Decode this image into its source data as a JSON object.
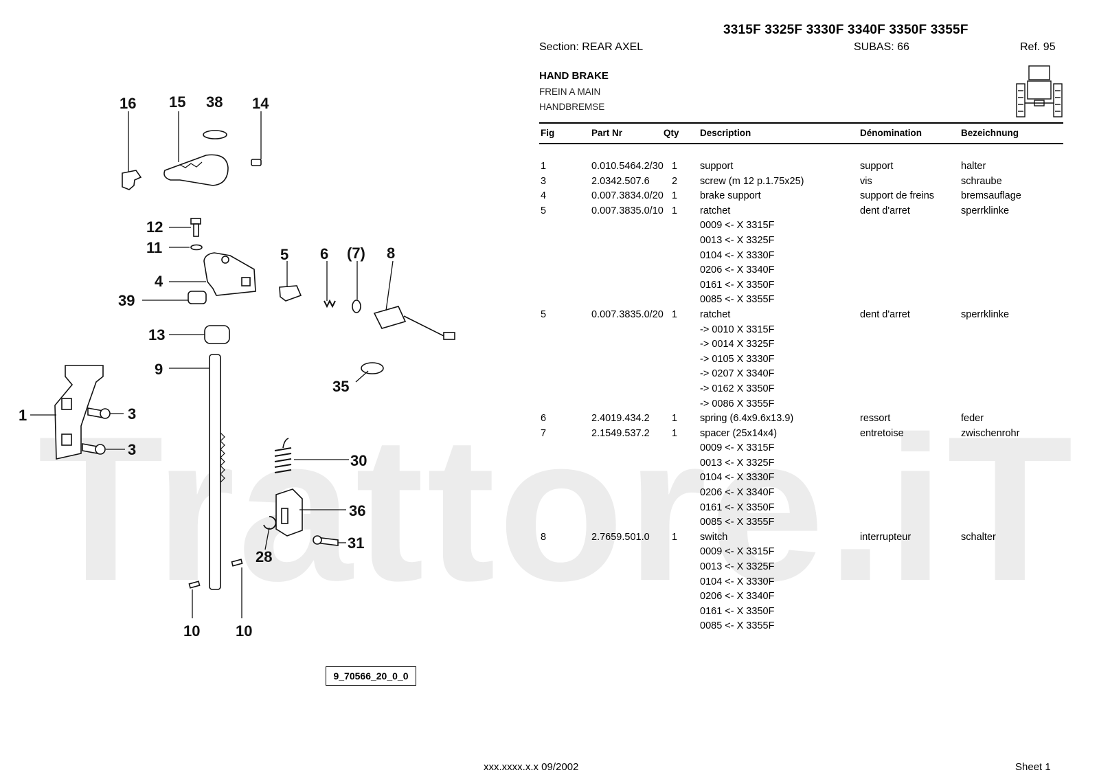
{
  "header": {
    "models": "3315F 3325F 3330F 3340F 3350F 3355F",
    "section": "Section: REAR AXEL",
    "subas": "SUBAS: 66",
    "ref": "Ref. 95"
  },
  "group": {
    "title": "HAND BRAKE",
    "title_fr": "FREIN A MAIN",
    "title_de": "HANDBREMSE"
  },
  "watermark": "Trattore.iT",
  "columns": {
    "fig": "Fig",
    "part": "Part Nr",
    "qty": "Qty",
    "desc": "Description",
    "den": "Dénomination",
    "bez": "Bezeichnung"
  },
  "rows": [
    {
      "fig": "1",
      "part": "0.010.5464.2/30",
      "qty": "1",
      "desc": "support",
      "den": "support",
      "bez": "halter"
    },
    {
      "fig": "3",
      "part": "2.0342.507.6",
      "qty": "2",
      "desc": "screw (m 12 p.1.75x25)",
      "den": "vis",
      "bez": "schraube"
    },
    {
      "fig": "4",
      "part": "0.007.3834.0/20",
      "qty": "1",
      "desc": "brake support",
      "den": "support de freins",
      "bez": "bremsauflage"
    },
    {
      "fig": "5",
      "part": "0.007.3835.0/10",
      "qty": "1",
      "desc": "ratchet",
      "den": "dent d'arret",
      "bez": "sperrklinke"
    },
    {
      "fig": "",
      "part": "",
      "qty": "",
      "desc": "0009 <- X 3315F",
      "den": "",
      "bez": ""
    },
    {
      "fig": "",
      "part": "",
      "qty": "",
      "desc": "0013 <- X 3325F",
      "den": "",
      "bez": ""
    },
    {
      "fig": "",
      "part": "",
      "qty": "",
      "desc": "0104 <- X 3330F",
      "den": "",
      "bez": ""
    },
    {
      "fig": "",
      "part": "",
      "qty": "",
      "desc": "0206 <- X 3340F",
      "den": "",
      "bez": ""
    },
    {
      "fig": "",
      "part": "",
      "qty": "",
      "desc": "0161 <- X 3350F",
      "den": "",
      "bez": ""
    },
    {
      "fig": "",
      "part": "",
      "qty": "",
      "desc": "0085 <- X 3355F",
      "den": "",
      "bez": ""
    },
    {
      "fig": "5",
      "part": "0.007.3835.0/20",
      "qty": "1",
      "desc": "ratchet",
      "den": "dent d'arret",
      "bez": "sperrklinke"
    },
    {
      "fig": "",
      "part": "",
      "qty": "",
      "desc": "-> 0010 X  3315F",
      "den": "",
      "bez": ""
    },
    {
      "fig": "",
      "part": "",
      "qty": "",
      "desc": "-> 0014 X  3325F",
      "den": "",
      "bez": ""
    },
    {
      "fig": "",
      "part": "",
      "qty": "",
      "desc": "-> 0105 X  3330F",
      "den": "",
      "bez": ""
    },
    {
      "fig": "",
      "part": "",
      "qty": "",
      "desc": "-> 0207 X  3340F",
      "den": "",
      "bez": ""
    },
    {
      "fig": "",
      "part": "",
      "qty": "",
      "desc": "-> 0162 X  3350F",
      "den": "",
      "bez": ""
    },
    {
      "fig": "",
      "part": "",
      "qty": "",
      "desc": "-> 0086 X  3355F",
      "den": "",
      "bez": ""
    },
    {
      "fig": "6",
      "part": "2.4019.434.2",
      "qty": "1",
      "desc": "spring (6.4x9.6x13.9)",
      "den": "ressort",
      "bez": "feder"
    },
    {
      "fig": "7",
      "part": "2.1549.537.2",
      "qty": "1",
      "desc": "spacer (25x14x4)",
      "den": "entretoise",
      "bez": "zwischenrohr"
    },
    {
      "fig": "",
      "part": "",
      "qty": "",
      "desc": "0009 <- X 3315F",
      "den": "",
      "bez": ""
    },
    {
      "fig": "",
      "part": "",
      "qty": "",
      "desc": "0013 <- X 3325F",
      "den": "",
      "bez": ""
    },
    {
      "fig": "",
      "part": "",
      "qty": "",
      "desc": "0104 <- X 3330F",
      "den": "",
      "bez": ""
    },
    {
      "fig": "",
      "part": "",
      "qty": "",
      "desc": "0206 <- X 3340F",
      "den": "",
      "bez": ""
    },
    {
      "fig": "",
      "part": "",
      "qty": "",
      "desc": "0161 <- X 3350F",
      "den": "",
      "bez": ""
    },
    {
      "fig": "",
      "part": "",
      "qty": "",
      "desc": "0085 <- X 3355F",
      "den": "",
      "bez": ""
    },
    {
      "fig": "8",
      "part": "2.7659.501.0",
      "qty": "1",
      "desc": "switch",
      "den": "interrupteur",
      "bez": "schalter"
    },
    {
      "fig": "",
      "part": "",
      "qty": "",
      "desc": "0009 <- X 3315F",
      "den": "",
      "bez": ""
    },
    {
      "fig": "",
      "part": "",
      "qty": "",
      "desc": "0013 <- X 3325F",
      "den": "",
      "bez": ""
    },
    {
      "fig": "",
      "part": "",
      "qty": "",
      "desc": "0104 <- X 3330F",
      "den": "",
      "bez": ""
    },
    {
      "fig": "",
      "part": "",
      "qty": "",
      "desc": "0206 <- X 3340F",
      "den": "",
      "bez": ""
    },
    {
      "fig": "",
      "part": "",
      "qty": "",
      "desc": "0161 <- X 3350F",
      "den": "",
      "bez": ""
    },
    {
      "fig": "",
      "part": "",
      "qty": "",
      "desc": "0085 <- X 3355F",
      "den": "",
      "bez": ""
    }
  ],
  "callouts": {
    "c16": "16",
    "c15": "15",
    "c38": "38",
    "c14": "14",
    "c12": "12",
    "c11": "11",
    "c4": "4",
    "c39": "39",
    "c5": "5",
    "c6": "6",
    "c7": "(7)",
    "c8": "8",
    "c13": "13",
    "c9": "9",
    "c35": "35",
    "c1": "1",
    "c3a": "3",
    "c3b": "3",
    "c30": "30",
    "c36": "36",
    "c31": "31",
    "c28": "28",
    "c10a": "10",
    "c10b": "10"
  },
  "drawing_code": "9_70566_20_0_0",
  "footer": {
    "code": "xxx.xxxx.x.x  09/2002",
    "sheet": "Sheet 1"
  }
}
